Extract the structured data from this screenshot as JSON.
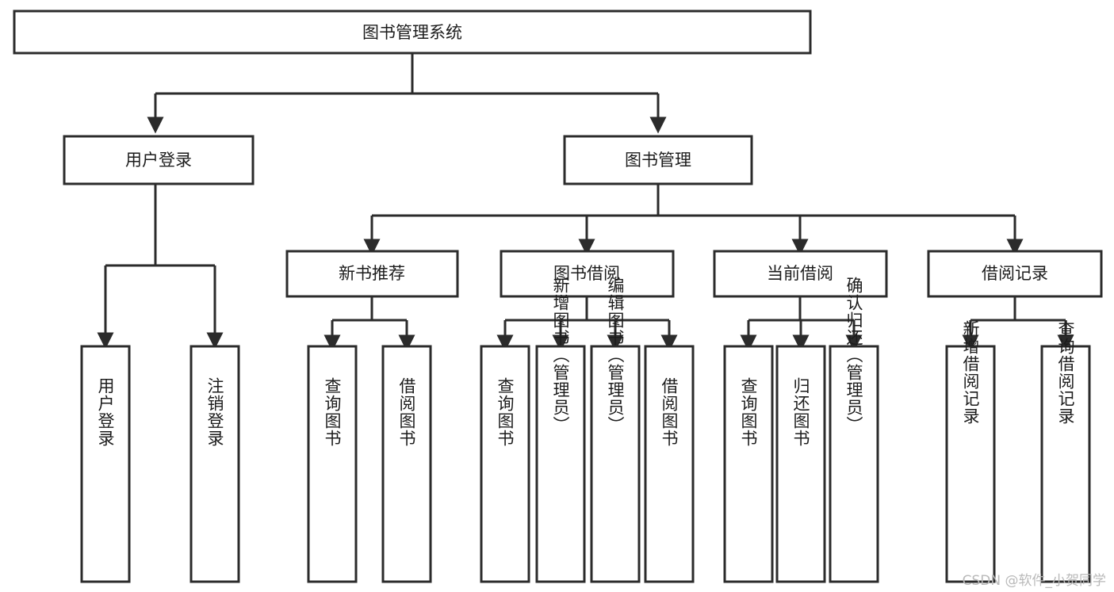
{
  "diagram": {
    "title": "图书管理系统",
    "type": "hierarchy-tree",
    "watermark": "CSDN @软件_小贺同学",
    "root": {
      "id": "root",
      "label": "图书管理系统"
    },
    "level2": [
      {
        "id": "user-login",
        "label": "用户登录"
      },
      {
        "id": "book-manage",
        "label": "图书管理"
      }
    ],
    "level3": [
      {
        "id": "new-book-recommend",
        "label": "新书推荐",
        "parent": "book-manage"
      },
      {
        "id": "book-borrow",
        "label": "图书借阅",
        "parent": "book-manage"
      },
      {
        "id": "current-borrow",
        "label": "当前借阅",
        "parent": "book-manage"
      },
      {
        "id": "borrow-record",
        "label": "借阅记录",
        "parent": "book-manage"
      }
    ],
    "leaves": {
      "user-login": [
        {
          "id": "leaf-user-login",
          "label": "用户登录"
        },
        {
          "id": "leaf-logout-login",
          "label": "注销登录"
        }
      ],
      "new-book-recommend": [
        {
          "id": "leaf-query-book-1",
          "label": "查询图书"
        },
        {
          "id": "leaf-borrow-book-1",
          "label": "借阅图书"
        }
      ],
      "book-borrow": [
        {
          "id": "leaf-query-book-2",
          "label": "查询图书"
        },
        {
          "id": "leaf-add-book",
          "label": "新增图书（管理员）"
        },
        {
          "id": "leaf-edit-book",
          "label": "编辑图书（管理员）"
        },
        {
          "id": "leaf-borrow-book-2",
          "label": "借阅图书"
        }
      ],
      "current-borrow": [
        {
          "id": "leaf-query-book-3",
          "label": "查询图书"
        },
        {
          "id": "leaf-return-book",
          "label": "归还图书"
        },
        {
          "id": "leaf-confirm-return",
          "label": "确认归还（管理员）"
        }
      ],
      "borrow-record": [
        {
          "id": "leaf-add-record",
          "label": "新增借阅记录"
        },
        {
          "id": "leaf-query-record",
          "label": "查询借阅记录"
        }
      ]
    },
    "colors": {
      "stroke": "#2b2b2b",
      "fill": "#ffffff",
      "text": "#1c1c1c",
      "watermark": "#b9b9b9"
    }
  }
}
